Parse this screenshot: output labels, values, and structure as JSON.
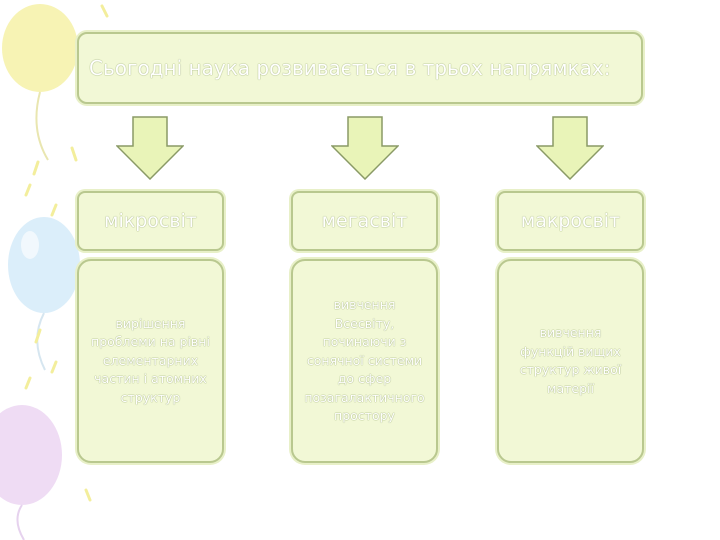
{
  "title": "Сьогодні наука розвивається в трьох напрямках:",
  "columns": [
    {
      "heading": "мікросвіт",
      "body": "вирішення проблеми на рівні елементарних частин і атомних структур"
    },
    {
      "heading": "мегасвіт",
      "body": "вивчення Всесвіту, починаючи з сонячної системи до сфер позагалактичного простору"
    },
    {
      "heading": "макросвіт",
      "body": "вивчення функцій вищих структур живої матерії"
    }
  ],
  "colors": {
    "box_fill": "#f2f8d6",
    "box_border": "#b9c88f",
    "arrow_fill": "#e9f4b8",
    "text": "#ffffff"
  }
}
